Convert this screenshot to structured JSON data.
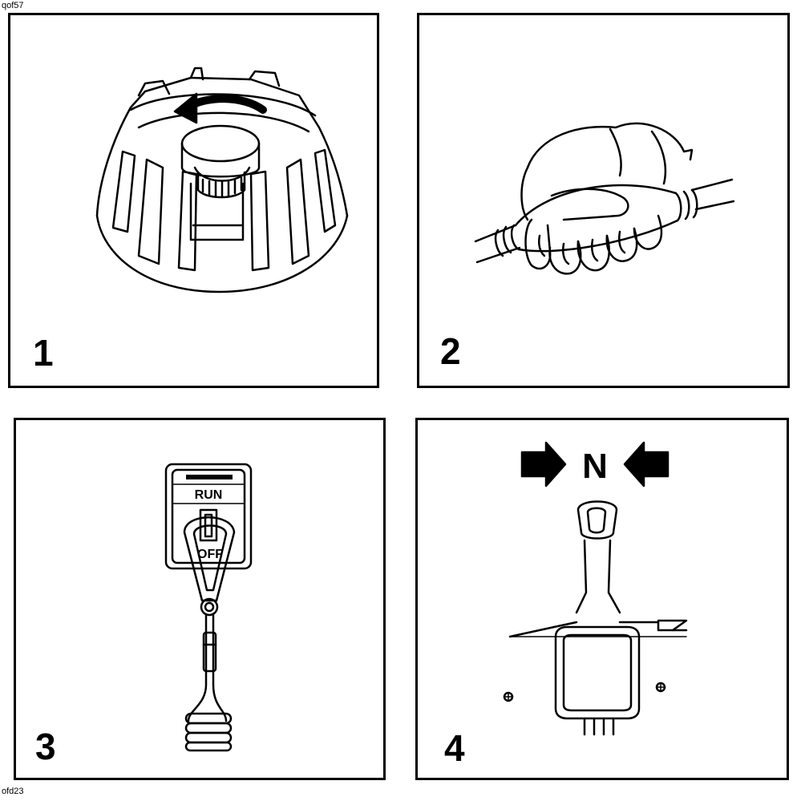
{
  "codes": {
    "top": "qof57",
    "bottom": "ofd23"
  },
  "panels": [
    {
      "number": "1",
      "icons": [
        "fuel-cap-icon",
        "counterclockwise-arrow-icon"
      ]
    },
    {
      "number": "2",
      "icons": [
        "hand-squeezing-primer-bulb-icon"
      ]
    },
    {
      "number": "3",
      "icons": [
        "stop-switch-icon",
        "lanyard-icon"
      ],
      "switch": {
        "run_label": "RUN",
        "off_label": "OFF"
      }
    },
    {
      "number": "4",
      "icons": [
        "shift-lever-icon",
        "arrow-right-icon",
        "arrow-left-icon"
      ],
      "neutral_label": "N"
    }
  ]
}
